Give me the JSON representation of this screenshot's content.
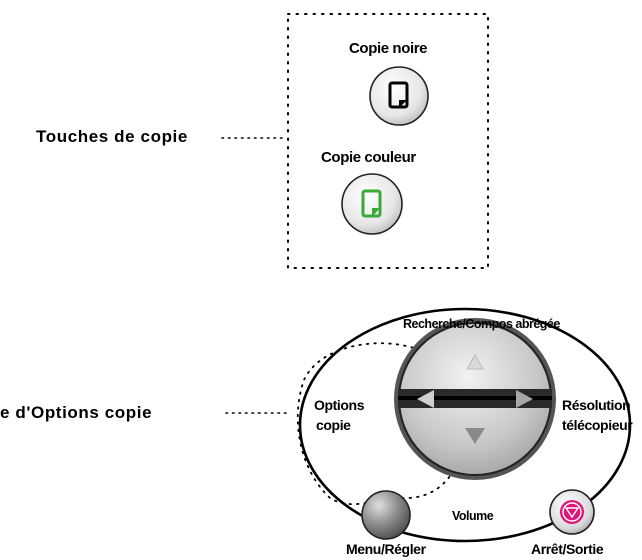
{
  "copy_keys": {
    "group_label": "Touches de copie",
    "black_button_label": "Copie noire",
    "color_button_label": "Copie couleur"
  },
  "options_panel": {
    "group_label": "e d'Options copie",
    "top_label": "Recherche/Compos abrégée",
    "left_label_line1": "Options",
    "left_label_line2": "copie",
    "right_label_line1": "Résolution",
    "right_label_line2": "télécopieur",
    "bottom_label": "Volume",
    "menu_button_label": "Menu/Régler",
    "stop_button_label": "Arrêt/Sortie"
  },
  "colors": {
    "black_icon": "#000000",
    "color_icon": "#3aa935",
    "stop_button": "#e0157a",
    "button_grey": "#777777"
  }
}
